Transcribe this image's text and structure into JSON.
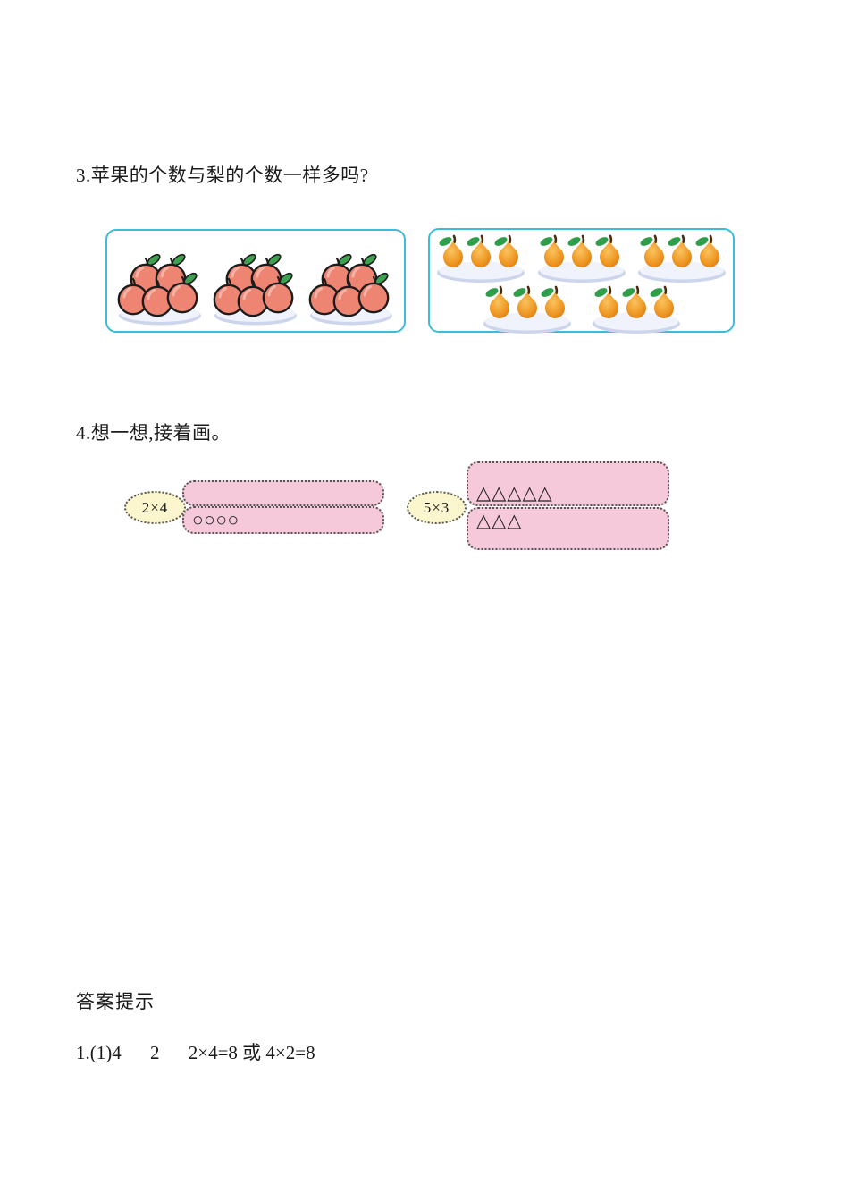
{
  "colors": {
    "box_border": "#3bbdd6",
    "apple": "#ee8573",
    "apple_highlight": "#f6b3a6",
    "apple_outline": "#1c1c1c",
    "leaf": "#3da14f",
    "pear_light": "#f9c35e",
    "pear_mid": "#f09c2a",
    "pear_dark": "#dd7f12",
    "pear_leaf": "#2e9e4a",
    "pear_stem": "#4a2c0c",
    "plate_rim": "#ccd5ec",
    "plate_top": "#f0f3fb",
    "pink_box": "#f5c9d9",
    "yellow_oval": "#fbf6cd"
  },
  "question3": {
    "text": "3.苹果的个数与梨的个数一样多吗?",
    "apple_box": {
      "plate_count": 3,
      "apples_per_plate": 5
    },
    "pear_box": {
      "plate_count": 5,
      "pears_per_plate": 3,
      "top_row_plates": 3,
      "bottom_row_plates": 2
    }
  },
  "question4": {
    "text": "4.想一想,接着画。",
    "groups": [
      {
        "label": "2×4",
        "top_symbols": "",
        "bottom_symbols": "○○○○"
      },
      {
        "label": "5×3",
        "top_symbols": "△△△△△",
        "bottom_symbols": "△△△"
      }
    ]
  },
  "answers": {
    "heading": "答案提示",
    "line1": {
      "parts": [
        "1.(1)4",
        "2",
        "2×4=8 或 4×2=8"
      ]
    }
  }
}
